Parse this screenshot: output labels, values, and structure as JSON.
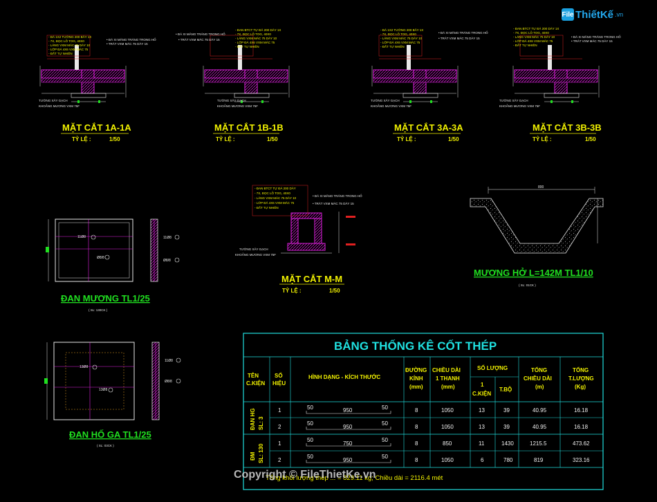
{
  "logo": {
    "icon_text": "File",
    "main": "ThiếtKế",
    "domain": ".vn"
  },
  "copyright": "Copyright © FileThietKe.vn",
  "sections": [
    {
      "title": "MẶT CẮT 1A-1A",
      "scale_label": "TỶ LỆ :",
      "scale_value": "1/50"
    },
    {
      "title": "MẶT CẮT 1B-1B",
      "scale_label": "TỶ LỆ :",
      "scale_value": "1/50"
    },
    {
      "title": "MẶT CẮT 3A-3A",
      "scale_label": "TỶ LỆ :",
      "scale_value": "1/50"
    },
    {
      "title": "MẶT CẮT 3B-3B",
      "scale_label": "TỶ LỆ :",
      "scale_value": "1/50"
    },
    {
      "title": "MẶT CẮT M-M",
      "scale_label": "TỶ LỆ :",
      "scale_value": "1/50"
    }
  ],
  "slabs": {
    "dan_muong": {
      "title": "ĐAN MƯƠNG TL1/25",
      "sub": "( SL: 130CK )"
    },
    "dan_ho_ga": {
      "title": "ĐAN HỐ GA TL1/25",
      "sub": "( SL: 03CK )"
    },
    "muong_ho": {
      "title": "MƯƠNG HỞ L=142M TL1/10",
      "sub": "( SL: 01CK )"
    }
  },
  "table": {
    "title": "BẢNG THỐNG KÊ CỐT THÉP",
    "headers": {
      "ten": "TÊN",
      "ckien": "C.KIỆN",
      "so": "SỐ",
      "hieu": "HIỆU",
      "hinh_dang": "HÌNH DẠNG - KÍCH THƯỚC",
      "duong_kinh_1": "ĐƯỜNG",
      "duong_kinh_2": "KÍNH",
      "duong_kinh_3": "(mm)",
      "chieu_dai_1": "CHIỀU DÀI",
      "chieu_dai_2": "1 THANH",
      "chieu_dai_3": "(mm)",
      "so_luong": "SỐ LƯỢNG",
      "sl_1ck_1": "1",
      "sl_1ck_2": "C.KIỆN",
      "sl_tbo": "T.BỘ",
      "tong_cd_1": "TỔNG",
      "tong_cd_2": "CHIỀU DÀI",
      "tong_cd_3": "(m)",
      "tong_tl_1": "TỔNG",
      "tong_tl_2": "T.LƯỢNG",
      "tong_tl_3": "(Kg)"
    },
    "groups": [
      {
        "name": "ĐAN HG",
        "count": "SL: 3"
      },
      {
        "name": "ĐM",
        "count": "SL: 130"
      }
    ],
    "rows": [
      {
        "so": "1",
        "a": "50",
        "b": "950",
        "c": "50",
        "dk": "8",
        "cd": "1050",
        "sl1": "13",
        "tbo": "39",
        "tcd": "40.95",
        "ttl": "16.18"
      },
      {
        "so": "2",
        "a": "50",
        "b": "950",
        "c": "50",
        "dk": "8",
        "cd": "1050",
        "sl1": "13",
        "tbo": "39",
        "tcd": "40.95",
        "ttl": "16.18"
      },
      {
        "so": "1",
        "a": "50",
        "b": "750",
        "c": "50",
        "dk": "8",
        "cd": "850",
        "sl1": "11",
        "tbo": "1430",
        "tcd": "1215.5",
        "ttl": "473.62"
      },
      {
        "so": "2",
        "a": "50",
        "b": "950",
        "c": "50",
        "dk": "8",
        "cd": "1050",
        "sl1": "6",
        "tbo": "780",
        "tcd": "819",
        "ttl": "323.16"
      }
    ],
    "footer": "Tổng khối lượng thép ... = 829.11 kg; Chiều dài = 2116.4 mét"
  },
  "colors": {
    "bg": "#000000",
    "yellow": "#f2f200",
    "green": "#20e020",
    "cyan": "#20e0e0",
    "magenta": "#e020e0",
    "red": "#e02020",
    "white": "#e8e8e8",
    "grey": "#9a9a9a"
  }
}
